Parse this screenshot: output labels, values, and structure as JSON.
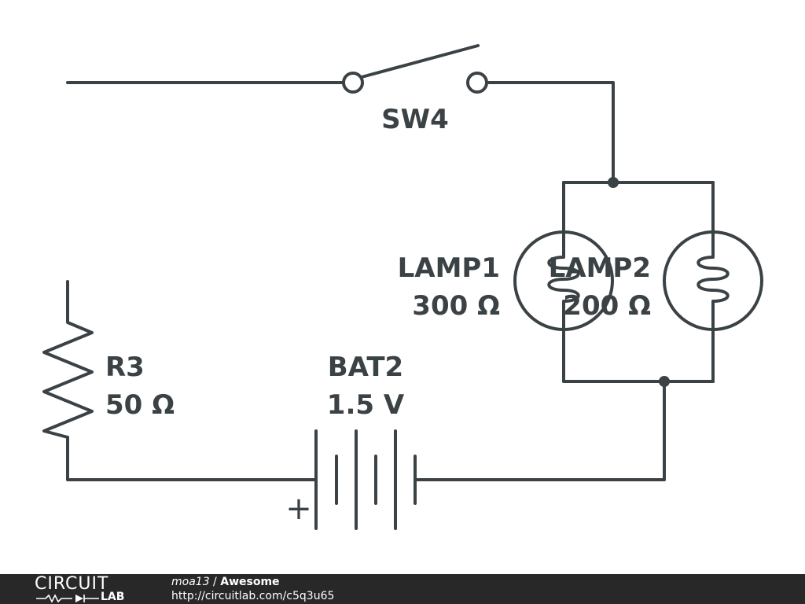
{
  "components": {
    "switch": {
      "ref": "SW4"
    },
    "lamp1": {
      "ref": "LAMP1",
      "value": "300 Ω"
    },
    "lamp2": {
      "ref": "LAMP2",
      "value": "200 Ω"
    },
    "resistor": {
      "ref": "R3",
      "value": "50 Ω"
    },
    "battery": {
      "ref": "BAT2",
      "value": "1.5 V",
      "polarity": "+"
    }
  },
  "footer": {
    "logo_top": "CIRCUIT",
    "logo_bottom": "LAB",
    "user": "moa13",
    "separator": " / ",
    "title": "Awesome",
    "url": "http://circuitlab.com/c5q3u65"
  },
  "colors": {
    "wire": "#3b4245",
    "footer_bg": "#282828",
    "footer_text": "#ffffff"
  }
}
